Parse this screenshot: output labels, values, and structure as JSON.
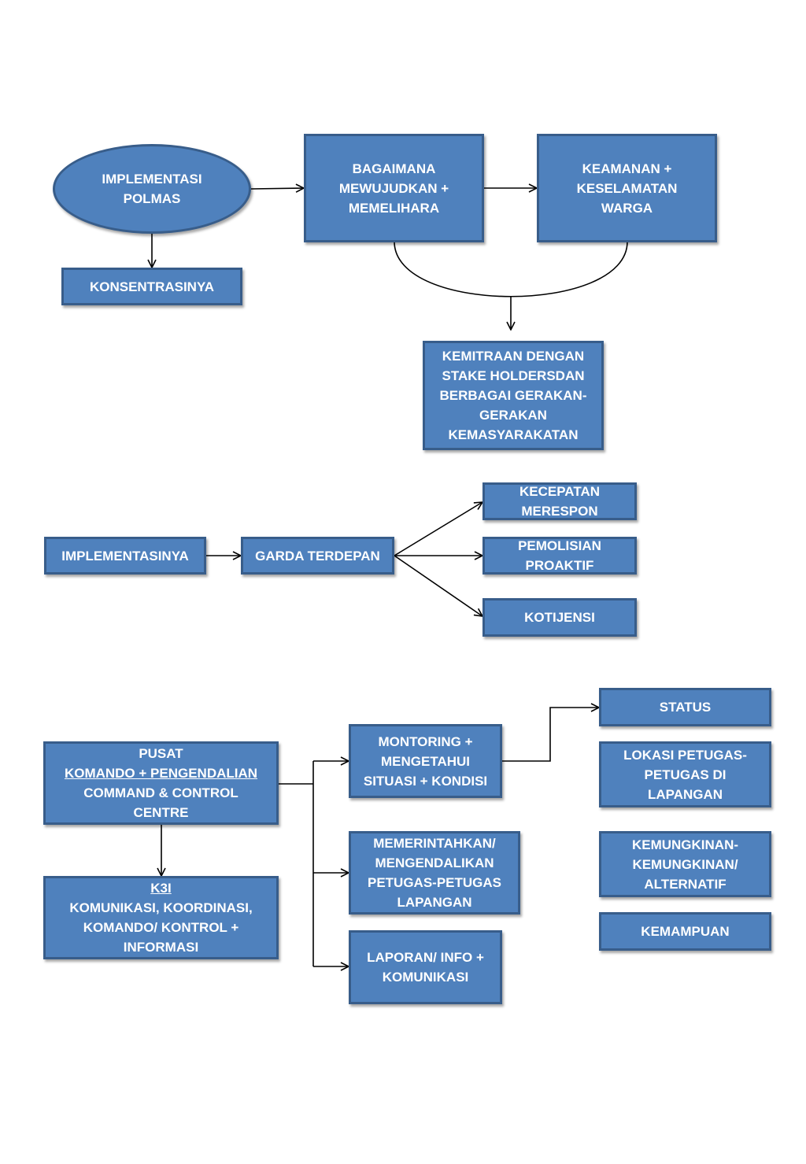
{
  "colors": {
    "box_fill": "#4f81bd",
    "box_border": "#385d8a",
    "text": "#ffffff",
    "connector": "#000000"
  },
  "nodes": {
    "implementasi_polmas": [
      "IMPLEMENTASI",
      "POLMAS"
    ],
    "konsentrasinya": [
      "KONSENTRASINYA"
    ],
    "bagaimana": [
      "BAGAIMANA",
      "MEWUJUDKAN +",
      "MEMELIHARA"
    ],
    "keamanan": [
      "KEAMANAN +",
      "KESELAMATAN",
      "WARGA"
    ],
    "kemitraan": [
      "KEMITRAAN DENGAN",
      "STAKE HOLDERSDAN",
      "BERBAGAI GERAKAN-",
      "GERAKAN",
      "KEMASYARAKATAN"
    ],
    "implementasinya": [
      "IMPLEMENTASINYA"
    ],
    "garda_terdepan": [
      "GARDA TERDEPAN"
    ],
    "kecepatan": [
      "KECEPATAN",
      "MERESPON"
    ],
    "pemolisian": [
      "PEMOLISIAN",
      "PROAKTIF"
    ],
    "kotijensi": [
      "KOTIJENSI"
    ],
    "pusat": [
      "PUSAT",
      "KOMANDO + PENGENDALIAN",
      "COMMAND & CONTROL",
      "CENTRE"
    ],
    "k3i": [
      "K3I",
      "KOMUNIKASI, KOORDINASI,",
      "KOMANDO/ KONTROL +",
      "INFORMASI"
    ],
    "montoring": [
      "MONTORING +",
      "MENGETAHUI",
      "SITUASI + KONDISI"
    ],
    "memerintahkan": [
      "MEMERINTAHKAN/",
      "MENGENDALIKAN",
      "PETUGAS-PETUGAS",
      "LAPANGAN"
    ],
    "laporan": [
      "LAPORAN/ INFO +",
      "KOMUNIKASI"
    ],
    "status": [
      "STATUS"
    ],
    "lokasi": [
      "LOKASI PETUGAS-",
      "PETUGAS DI",
      "LAPANGAN"
    ],
    "kemungkinan": [
      "KEMUNGKINAN-",
      "KEMUNGKINAN/",
      "ALTERNATIF"
    ],
    "kemampuan": [
      "KEMAMPUAN"
    ]
  }
}
